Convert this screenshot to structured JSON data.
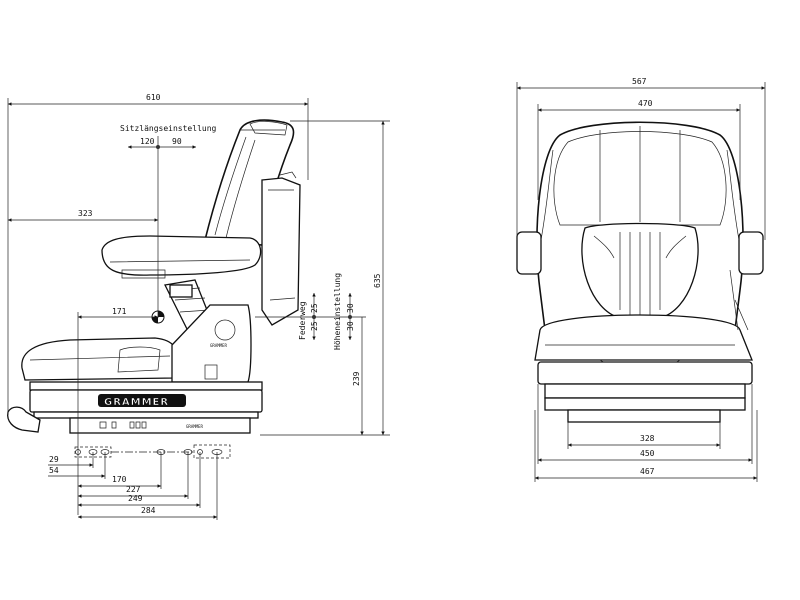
{
  "side_view": {
    "overall_width": "610",
    "seat_adjust_label": "Sitzlängseinstellung",
    "seat_adjust_back": "120",
    "seat_adjust_forward": "90",
    "ref_to_front": "323",
    "ref_to_rear": "171",
    "overall_height": "635",
    "base_height": "239",
    "suspension_label": "Federweg",
    "suspension_up": "25",
    "suspension_down": "25",
    "height_adjust_label": "Höheneinstellung",
    "height_adjust_up": "30",
    "height_adjust_down": "30",
    "brand": "GRAMMER",
    "bottom_dims": [
      "29",
      "54",
      "170",
      "227",
      "249",
      "284"
    ]
  },
  "front_view": {
    "overall_width": "567",
    "backrest_width": "470",
    "mount_inner": "328",
    "base_width": "450",
    "base_outer": "467"
  }
}
